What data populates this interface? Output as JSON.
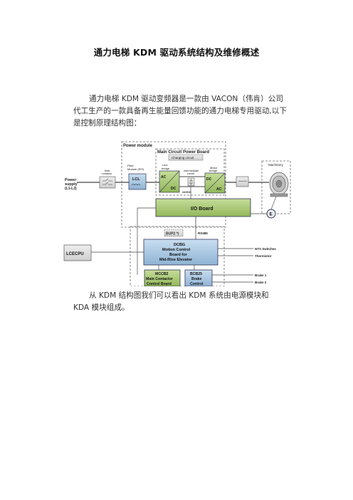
{
  "document": {
    "title": "通力电梯 KDM 驱动系统结构及维修概述",
    "paragraph1": "通力电梯 KDM 驱动变频器是一款由 VACON（伟肯）公司代工生产的一款具备再生能量回馈功能的通力电梯专用驱动,以下是控制原理结构图：",
    "paragraph2": "从 KDM 结构图我们可以看出 KDM 系统由电源模块和 KDA 模块组成。"
  },
  "diagram": {
    "power_module": "Power module",
    "main_circuit_power_board": "Main Circuit Power Board",
    "charging_circuit": "Charging circuit",
    "power_supply_1": "Power",
    "power_supply_2": "supply",
    "power_supply_3": "(L1-L3)",
    "main_contactor_1": "Main",
    "main_contactor_2": "contactor",
    "filter_module_1": "Filter",
    "filter_module_2": "Module (RFI)",
    "lcl": "LCL",
    "line_bridge_1": "Line",
    "line_bridge_2": "bridge",
    "ac": "AC",
    "dc": "DC",
    "intermediate_1": "Intermediate",
    "intermediate_2": "circuit",
    "motor_bridge_1": "Motor",
    "motor_bridge_2": "bridge",
    "v24dc": "24VDC",
    "machinery": "Machinery",
    "io_board": "I/O Board",
    "e": "E",
    "bup2": "BUP2 *)",
    "rs485": "RS485",
    "lcecpu": "LCECPU",
    "dcbg_1": "DCBG",
    "dcbg_2": "Motion Control",
    "dcbg_3": "Board for",
    "dcbg_4": "Mid-Rise Elevator",
    "nts_switches": "NTS Switches",
    "thermistor": "Thermistor",
    "mccb2_1": "MCCB2",
    "mccb2_2": "Main Contactor",
    "mccb2_3": "Control Board",
    "bcb25_1": "BCB25",
    "bcb25_2": "Brake",
    "bcb25_3": "Control",
    "brake1": "Brake 1",
    "brake2": "Brake 2"
  }
}
